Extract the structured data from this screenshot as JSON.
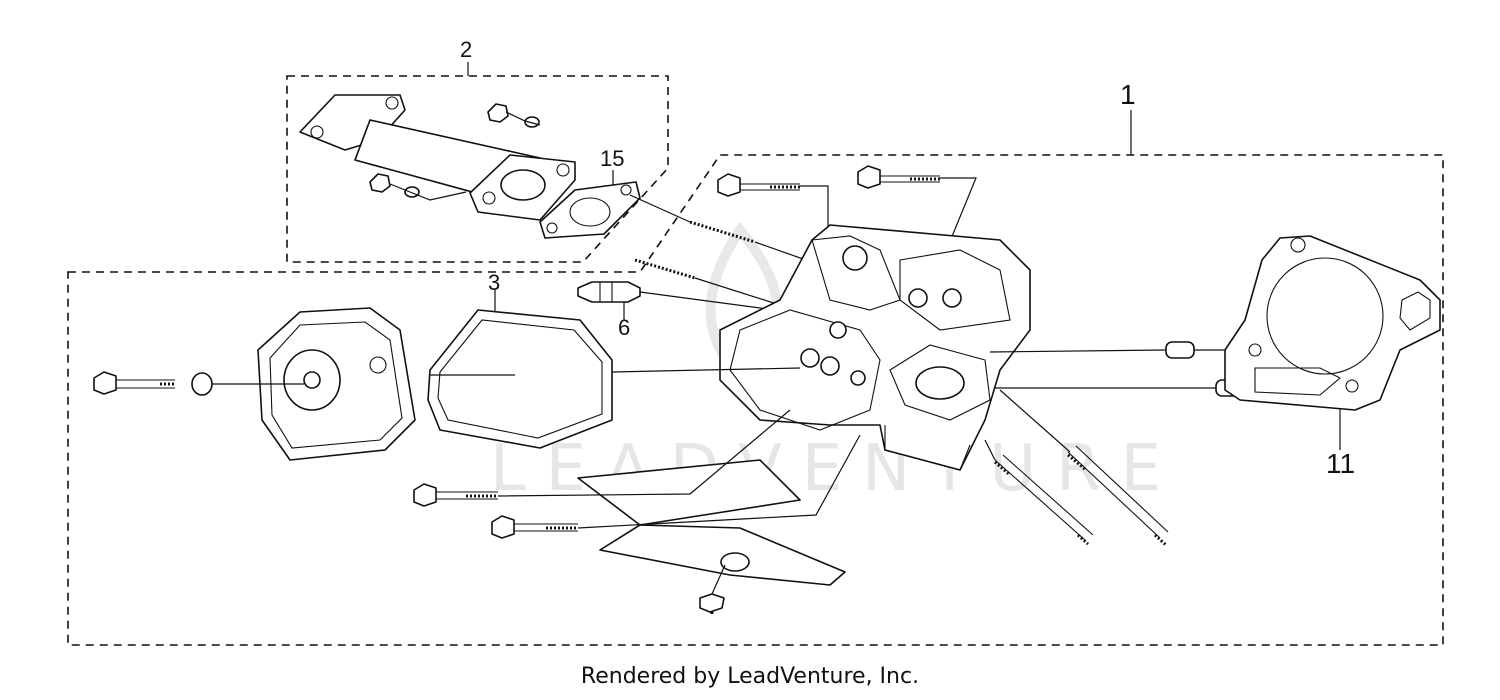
{
  "callouts": {
    "c1": "1",
    "c2": "2",
    "c3": "3",
    "c6": "6",
    "c11": "11",
    "c15": "15"
  },
  "watermark": "LEADVENTURE",
  "footer": "Rendered by LeadVenture, Inc."
}
